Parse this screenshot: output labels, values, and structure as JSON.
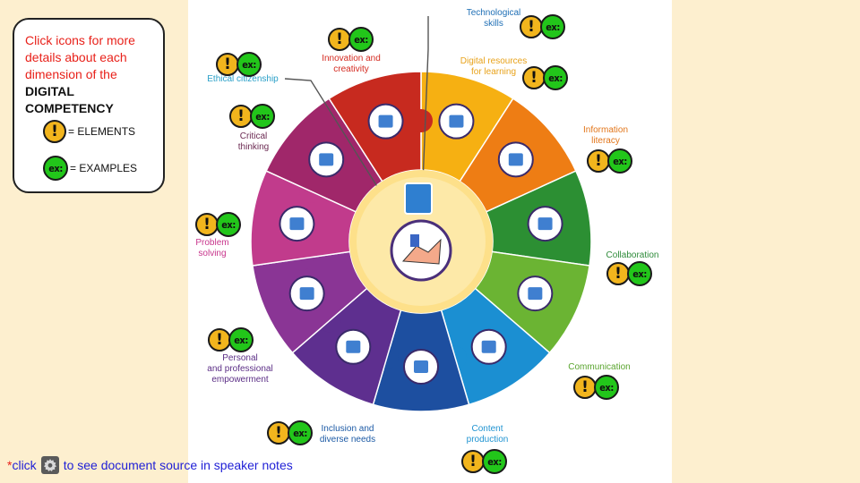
{
  "legend": {
    "line1": "Click icons for more",
    "line2": "details about each",
    "line3": "dimension of the",
    "heading1": "DIGITAL",
    "heading2": "COMPETENCY",
    "elements_label": "= ELEMENTS",
    "examples_label": "= EXAMPLES"
  },
  "badges": {
    "bang": "!",
    "ex": "ex:"
  },
  "dimensions": [
    {
      "id": "technological-skills",
      "lines": [
        "Technological",
        "skills"
      ],
      "color": "#1f6fb5"
    },
    {
      "id": "digital-resources",
      "lines": [
        "Digital resources",
        "for learning"
      ],
      "color": "#e8a21a"
    },
    {
      "id": "information-literacy",
      "lines": [
        "Information",
        "literacy"
      ],
      "color": "#e2761b"
    },
    {
      "id": "collaboration",
      "lines": [
        "Collaboration"
      ],
      "color": "#2e8b3a"
    },
    {
      "id": "communication",
      "lines": [
        "Communication"
      ],
      "color": "#5aa52f"
    },
    {
      "id": "content-production",
      "lines": [
        "Content",
        "production"
      ],
      "color": "#1f93d1"
    },
    {
      "id": "inclusion",
      "lines": [
        "Inclusion and",
        "diverse needs"
      ],
      "color": "#1c5aa5"
    },
    {
      "id": "empowerment",
      "lines": [
        "Personal",
        "and professional",
        "empowerment"
      ],
      "color": "#5b2e86"
    },
    {
      "id": "problem-solving",
      "lines": [
        "Problem",
        "solving"
      ],
      "color": "#c8358c"
    },
    {
      "id": "critical-thinking",
      "lines": [
        "Critical",
        "thinking"
      ],
      "color": "#6b2a52"
    },
    {
      "id": "ethical-citizenship",
      "lines": [
        "Ethical citizenship"
      ],
      "color": "#2aa0c8"
    },
    {
      "id": "innovation",
      "lines": [
        "Innovation and",
        "creativity"
      ],
      "color": "#d42a20"
    }
  ],
  "wheel_colors": [
    "#f6b012",
    "#ee7d14",
    "#2c8f33",
    "#6bb433",
    "#1b8fd2",
    "#1d4fa0",
    "#5e2f8f",
    "#8a3595",
    "#c13b8c",
    "#a0276a",
    "#c72a1f"
  ],
  "footer": {
    "star": "*",
    "click": "click",
    "rest": "to see document source in speaker notes"
  }
}
